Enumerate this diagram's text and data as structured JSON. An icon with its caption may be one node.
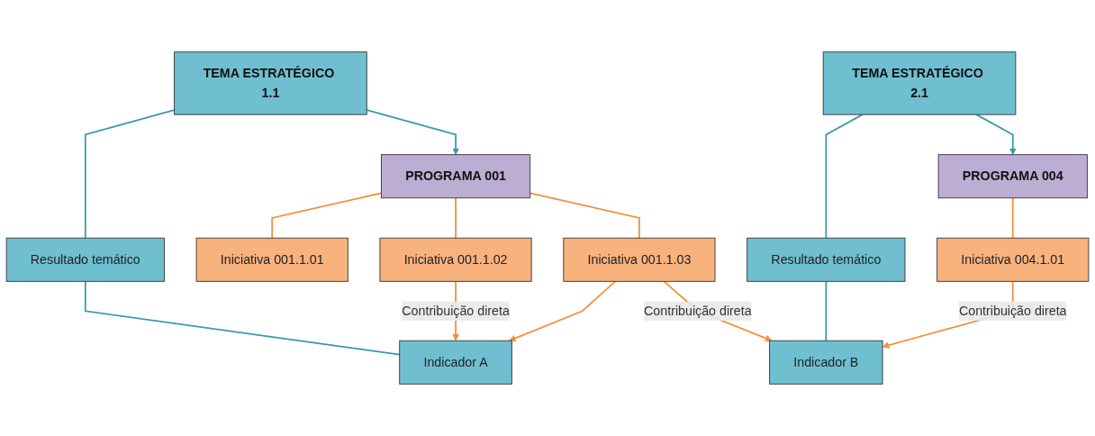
{
  "diagram": {
    "nodes": [
      {
        "text": [
          "TEMA ESTRATÉGICO 1.1"
        ]
      },
      {
        "text": [
          "Resultado temático"
        ]
      },
      {
        "text": [
          "Indicador A"
        ]
      },
      {
        "text": [
          "PROGRAMA 001"
        ]
      },
      {
        "text": [
          "Iniciativa 001.1.01"
        ]
      },
      {
        "text": [
          "Iniciativa 001.1.02"
        ]
      },
      {
        "text": [
          "Iniciativa 001.1.03"
        ]
      },
      {
        "text": [
          "TEMA ESTRATÉGICO 2.1"
        ]
      },
      {
        "text": [
          "Resultado temático"
        ]
      },
      {
        "text": [
          "Indicador B"
        ]
      },
      {
        "text": [
          "PROGRAMA 004"
        ]
      },
      {
        "text": [
          "Iniciativa 004.1.01"
        ]
      }
    ],
    "edges": [
      {
        "from": 0,
        "to": 1,
        "arrow": "none",
        "color": "#3a97ad"
      },
      {
        "from": 1,
        "to": 2,
        "arrow": "none",
        "color": "#3a97ad"
      },
      {
        "from": 0,
        "to": 3,
        "arrow": "to",
        "color": "#3a97ad"
      },
      {
        "from": 3,
        "to": 4,
        "arrow": "none"
      },
      {
        "from": 3,
        "to": 5,
        "arrow": "none"
      },
      {
        "from": 3,
        "to": 6,
        "arrow": "none"
      },
      {
        "from": 5,
        "to": 2,
        "arrow": "to",
        "label": "Contribuição direta"
      },
      {
        "from": 6,
        "to": 2,
        "arrow": "to"
      },
      {
        "from": 6,
        "to": 9,
        "arrow": "to",
        "label": "Contribuição direta"
      },
      {
        "from": 7,
        "to": 8,
        "arrow": "none",
        "color": "#3a97ad"
      },
      {
        "from": 8,
        "to": 9,
        "arrow": "none",
        "color": "#3a97ad"
      },
      {
        "from": 7,
        "to": 10,
        "arrow": "to",
        "color": "#3a97ad"
      },
      {
        "from": 10,
        "to": 11,
        "arrow": "none"
      },
      {
        "from": 11,
        "to": 9,
        "arrow": "to",
        "label": "Contribuição direta"
      }
    ]
  }
}
